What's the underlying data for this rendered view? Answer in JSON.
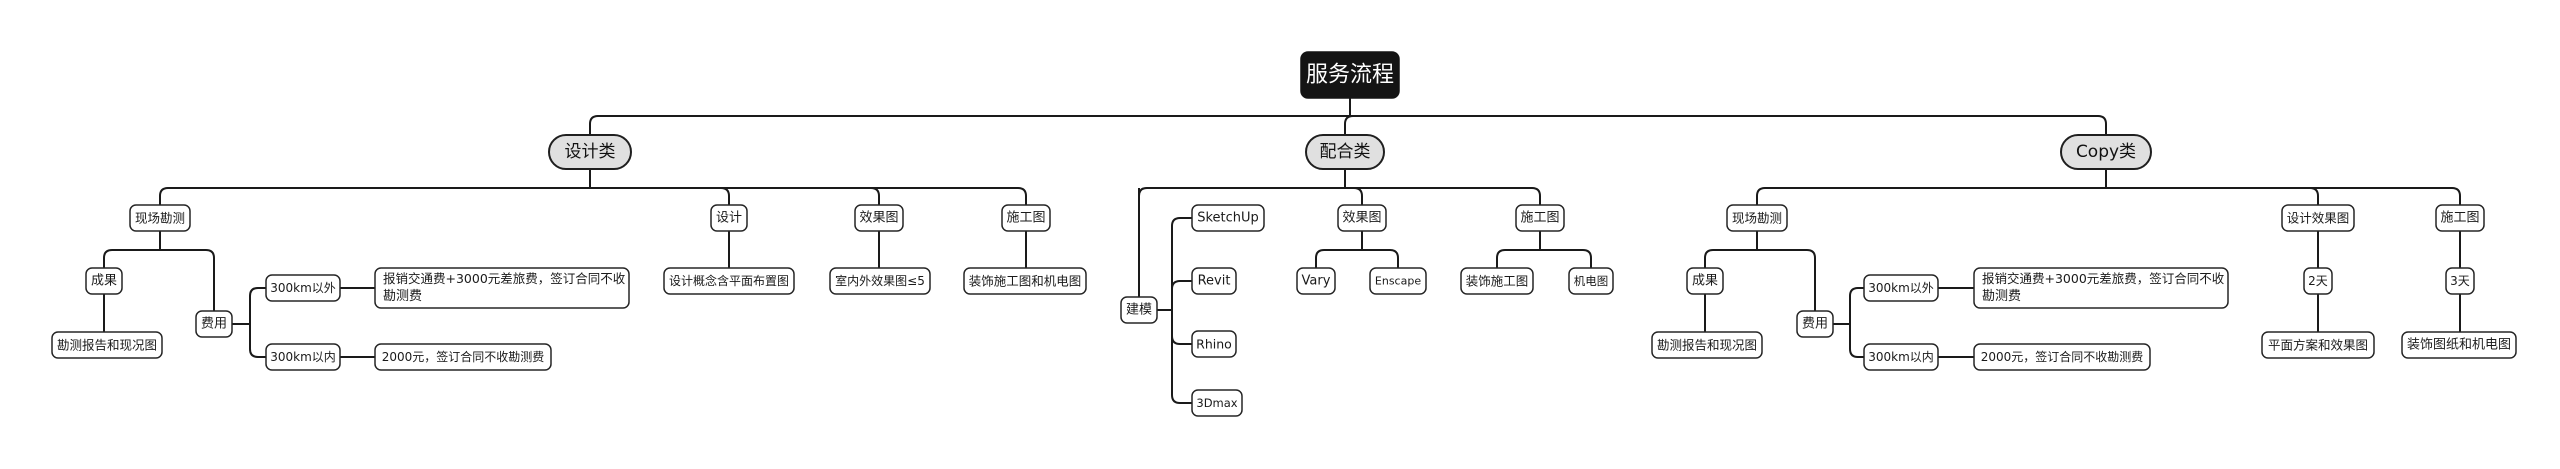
{
  "colors": {
    "root_fill": "#141414",
    "category_fill": "#e0e0e0",
    "node_fill": "#ffffff",
    "line": "#1a1a1a"
  },
  "nodes": {
    "root": {
      "label": "服务流程"
    },
    "design": {
      "label": "设计类"
    },
    "matching": {
      "label": "配合类"
    },
    "copy": {
      "label": "Copy类"
    },
    "d_survey": {
      "label": "现场勘测"
    },
    "d_result": {
      "label": "成果"
    },
    "d_result_detail": {
      "label": "勘测报告和现况图"
    },
    "d_fee": {
      "label": "费用"
    },
    "d_over300": {
      "label": "300km以外"
    },
    "d_over300_detail": {
      "lines": [
        "报销交通费+3000元差旅费，签订合同不收",
        "勘测费"
      ]
    },
    "d_within300": {
      "label": "300km以内"
    },
    "d_within300_detail": {
      "label": "2000元，签订合同不收勘测费"
    },
    "d_design": {
      "label": "设计"
    },
    "d_design_detail": {
      "label": "设计概念含平面布置图"
    },
    "d_render": {
      "label": "效果图"
    },
    "d_render_detail": {
      "label": "室内外效果图≤5"
    },
    "d_construction": {
      "label": "施工图"
    },
    "d_construction_detail": {
      "label": "装饰施工图和机电图"
    },
    "m_modeling": {
      "label": "建模"
    },
    "m_sketchup": {
      "label": "SketchUp"
    },
    "m_revit": {
      "label": "Revit"
    },
    "m_rhino": {
      "label": "Rhino"
    },
    "m_3dmax": {
      "label": "3Dmax"
    },
    "m_render": {
      "label": "效果图"
    },
    "m_vary": {
      "label": "Vary"
    },
    "m_enscape": {
      "label": "Enscape"
    },
    "m_construction": {
      "label": "施工图"
    },
    "m_decor": {
      "label": "装饰施工图"
    },
    "m_mep": {
      "label": "机电图"
    },
    "c_survey": {
      "label": "现场勘测"
    },
    "c_result": {
      "label": "成果"
    },
    "c_result_detail": {
      "label": "勘测报告和现况图"
    },
    "c_fee": {
      "label": "费用"
    },
    "c_over300": {
      "label": "300km以外"
    },
    "c_over300_detail": {
      "lines": [
        "报销交通费+3000元差旅费，签订合同不收",
        "勘测费"
      ]
    },
    "c_within300": {
      "label": "300km以内"
    },
    "c_within300_detail": {
      "label": "2000元，签订合同不收勘测费"
    },
    "c_render": {
      "label": "设计效果图"
    },
    "c_render_time": {
      "label": "2天"
    },
    "c_render_detail": {
      "label": "平面方案和效果图"
    },
    "c_construction": {
      "label": "施工图"
    },
    "c_construction_time": {
      "label": "3天"
    },
    "c_construction_detail": {
      "label": "装饰图纸和机电图"
    }
  }
}
